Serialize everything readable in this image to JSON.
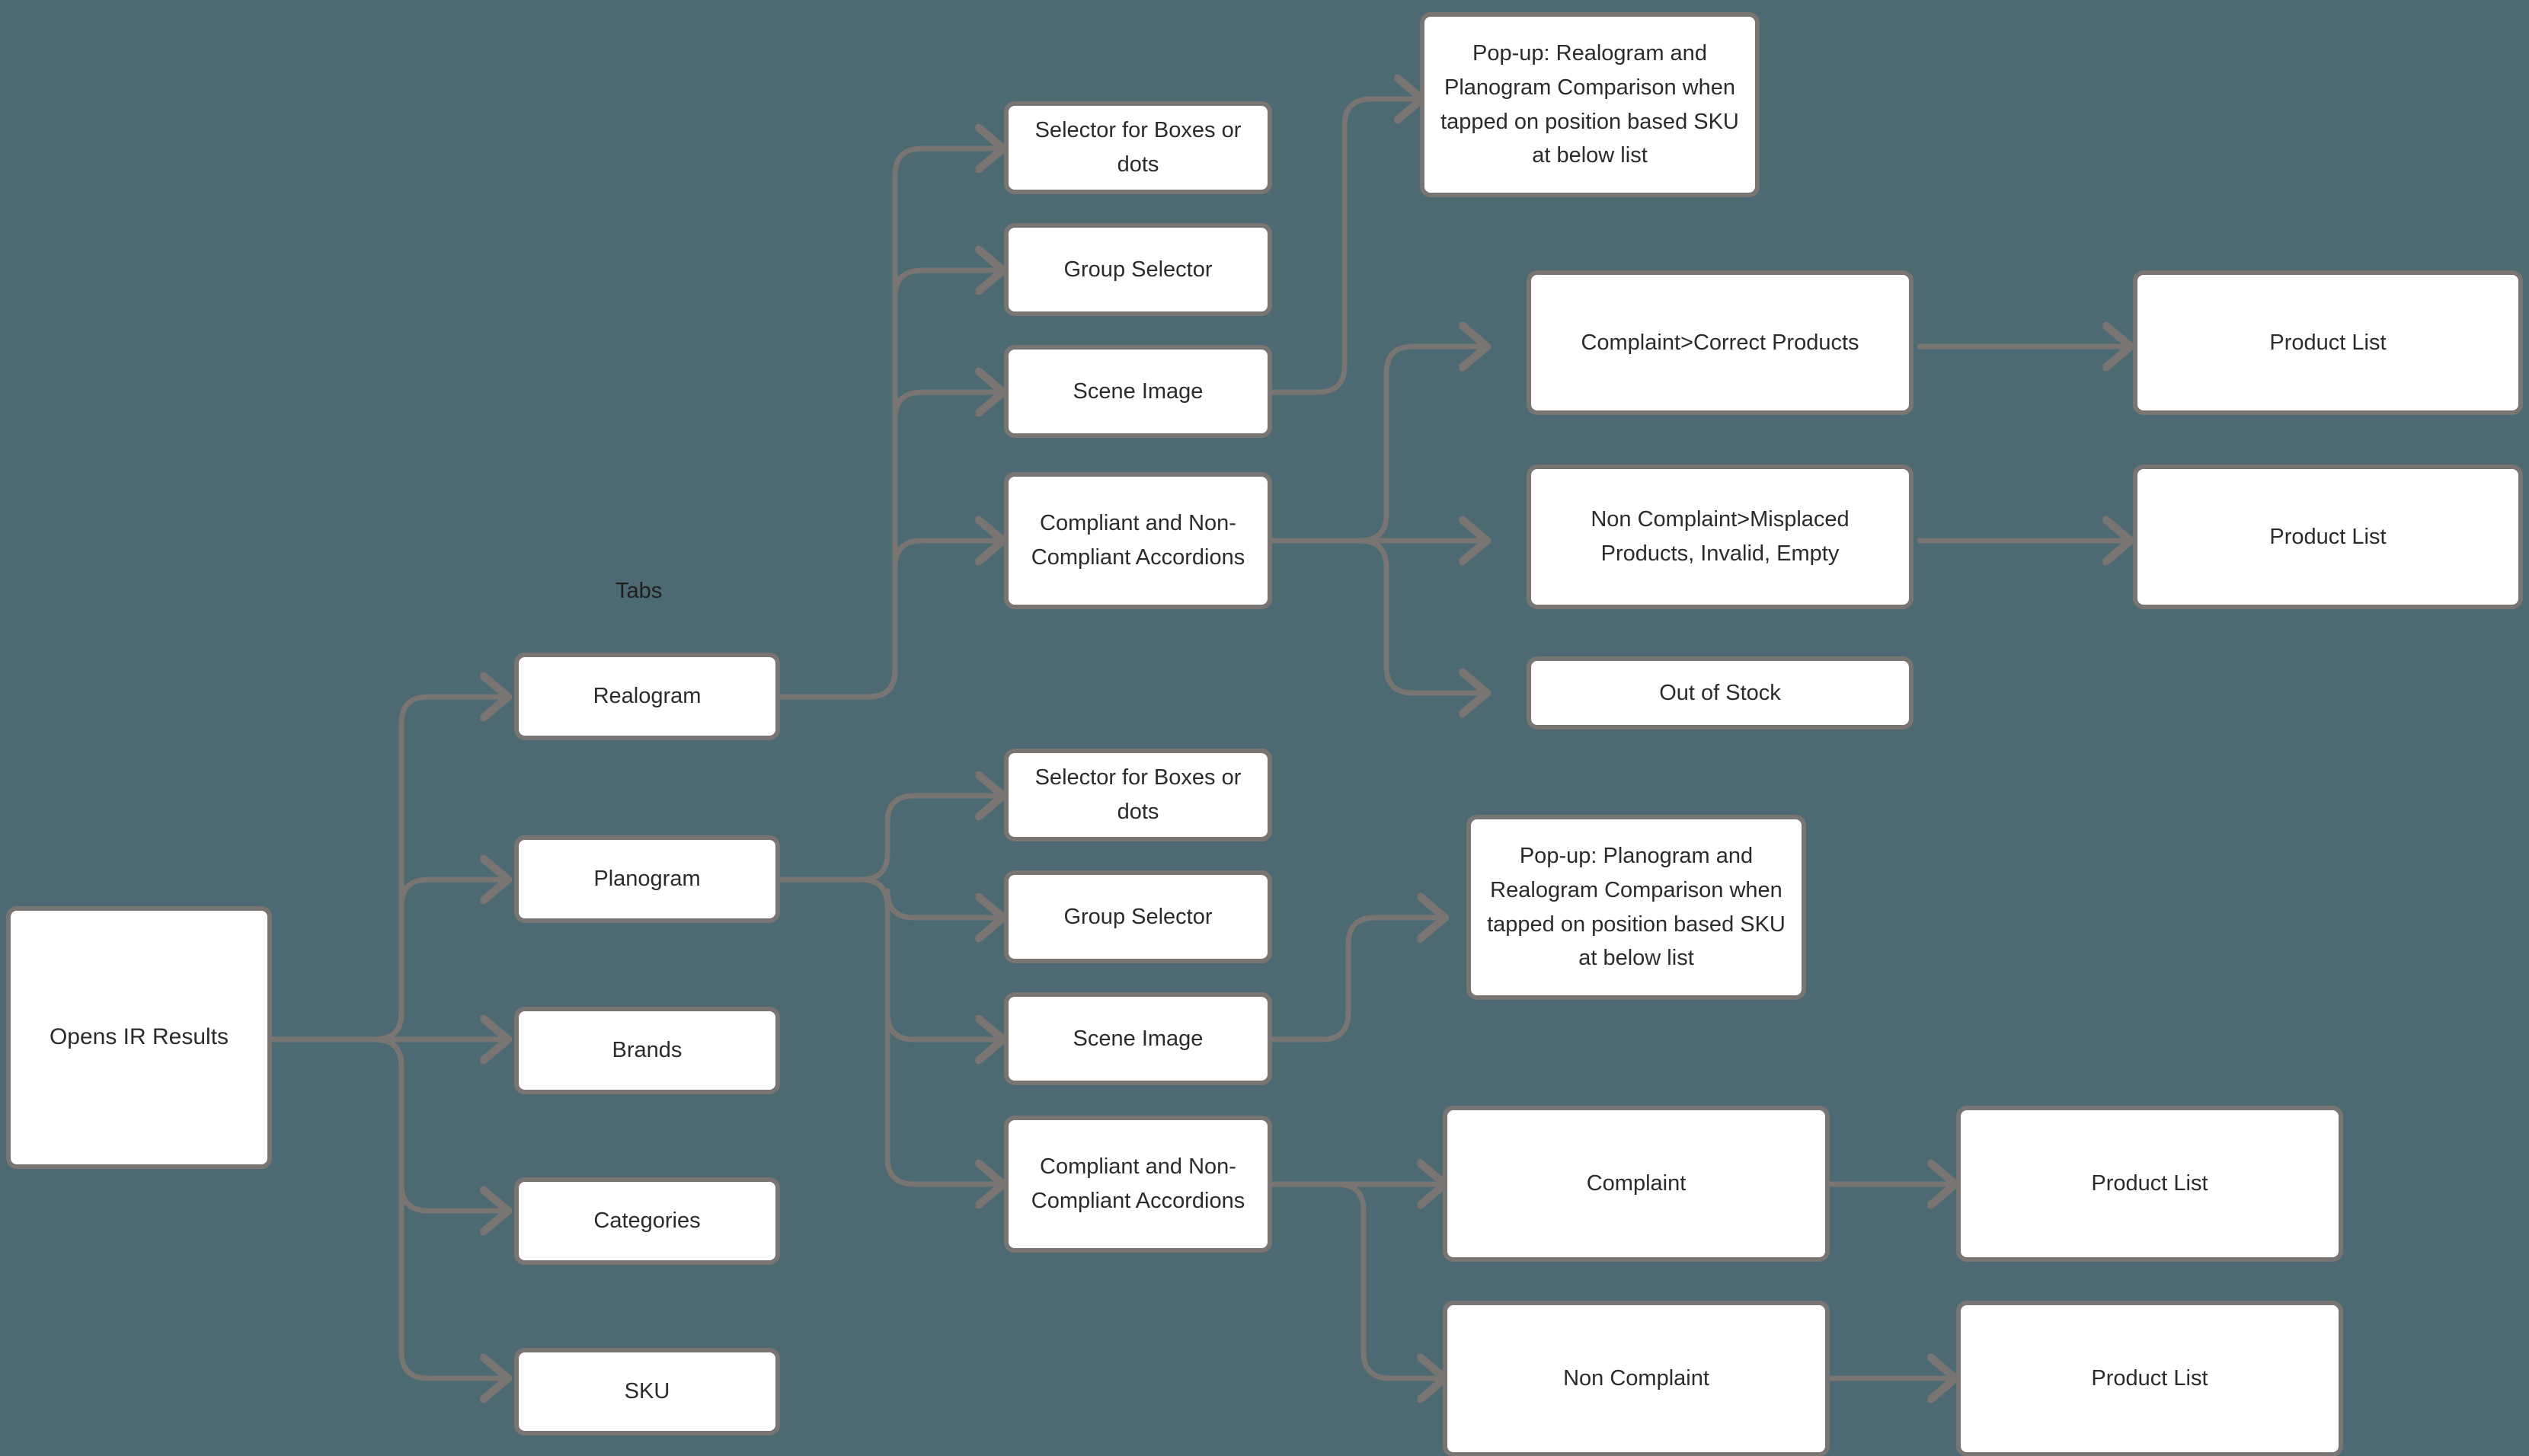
{
  "diagram": {
    "title_label": "Tabs",
    "background_color": "#4d6972",
    "node_fill_color": "#ffffff",
    "node_border_color": "#787573",
    "connector_color": "#787573",
    "text_color": "#2b2b2b"
  },
  "nodes": {
    "root": {
      "label": "Opens IR Results"
    },
    "tabs": [
      {
        "label": "Realogram"
      },
      {
        "label": "Planogram"
      },
      {
        "label": "Brands"
      },
      {
        "label": "Categories"
      },
      {
        "label": "SKU"
      }
    ],
    "realogram_children": [
      {
        "label": "Selector for Boxes or dots"
      },
      {
        "label": "Group Selector"
      },
      {
        "label": "Scene Image"
      },
      {
        "label": "Compliant and Non-Compliant Accordions"
      }
    ],
    "realogram_popup": {
      "label": "Pop-up: Realogram and Planogram Comparison when tapped on position based SKU at below list"
    },
    "realogram_accordion_children": [
      {
        "label": "Complaint>Correct Products"
      },
      {
        "label": "Non Complaint>Misplaced Products, Invalid, Empty"
      },
      {
        "label": "Out of Stock"
      }
    ],
    "realogram_product_lists": [
      {
        "label": "Product List"
      },
      {
        "label": "Product List"
      }
    ],
    "planogram_children": [
      {
        "label": "Selector for Boxes or dots"
      },
      {
        "label": "Group Selector"
      },
      {
        "label": "Scene Image"
      },
      {
        "label": "Compliant and Non-Compliant Accordions"
      }
    ],
    "planogram_popup": {
      "label": "Pop-up: Planogram and Realogram Comparison when tapped on position based SKU at below list"
    },
    "planogram_accordion_children": [
      {
        "label": "Complaint"
      },
      {
        "label": "Non Complaint"
      }
    ],
    "planogram_product_lists": [
      {
        "label": "Product List"
      },
      {
        "label": "Product List"
      }
    ]
  }
}
